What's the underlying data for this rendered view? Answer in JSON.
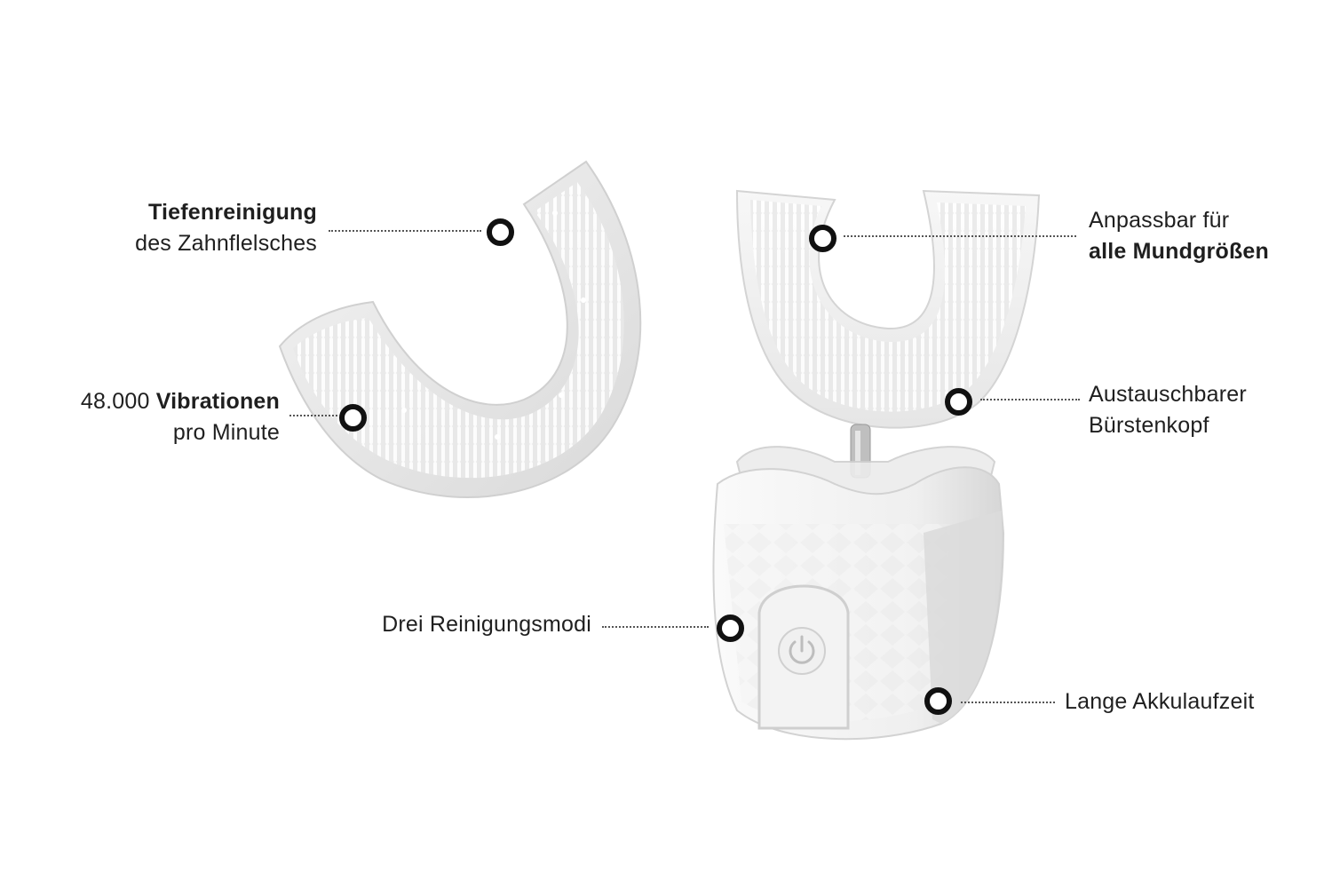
{
  "colors": {
    "background": "#ffffff",
    "text": "#1f1f1f",
    "marker": "#111111",
    "product": "#f2f2f2"
  },
  "annotations": {
    "deep_clean": {
      "bold": "Tiefenreinigung",
      "normal": "des Zahnflelsches"
    },
    "vibrations": {
      "bold_prefix": "48.000",
      "bold": "Vibrationen",
      "normal": "pro Minute"
    },
    "fits_all": {
      "normal": "Anpassbar für",
      "bold": "alle Mundgrößen"
    },
    "replaceable": {
      "line1": "Austauschbarer",
      "line2": "Bürstenkopf"
    },
    "modes": {
      "text": "Drei Reinigungsmodi"
    },
    "battery": {
      "text": "Lange Akkulaufzeit"
    }
  },
  "icons": {
    "power": "power-icon",
    "marker": "ring-marker-icon"
  }
}
